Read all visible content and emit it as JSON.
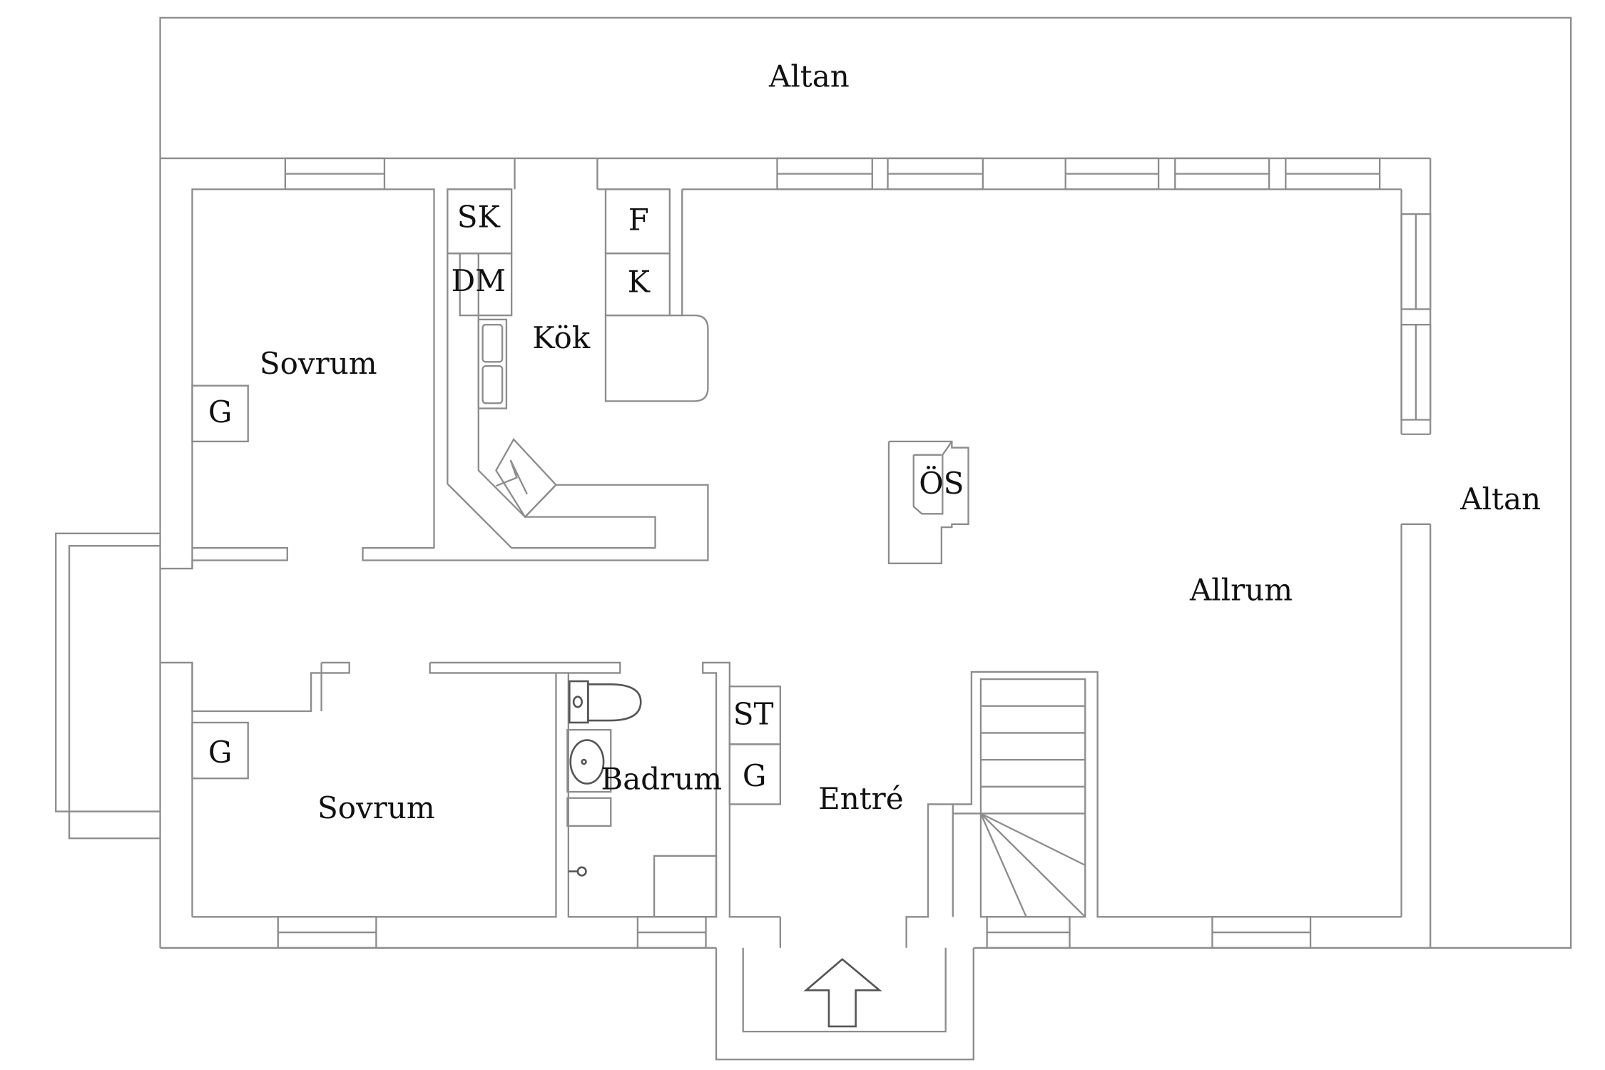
{
  "floorplan": {
    "rooms": {
      "altan_top": "Altan",
      "altan_right": "Altan",
      "sovrum_upper": "Sovrum",
      "sovrum_lower": "Sovrum",
      "kok": "Kök",
      "allrum": "Allrum",
      "badrum": "Badrum",
      "entre": "Entré"
    },
    "fixtures": {
      "skap": "SK",
      "diskmaskin": "DM",
      "frys": "F",
      "kyl": "K",
      "oppen_spis": "ÖS",
      "garderob_upper": "G",
      "garderob_lower": "G",
      "stad": "ST",
      "garderob_entre": "G"
    }
  },
  "colors": {
    "wall": "#8c8c8c",
    "fixture": "#555555",
    "text": "#111111",
    "background": "#ffffff"
  }
}
